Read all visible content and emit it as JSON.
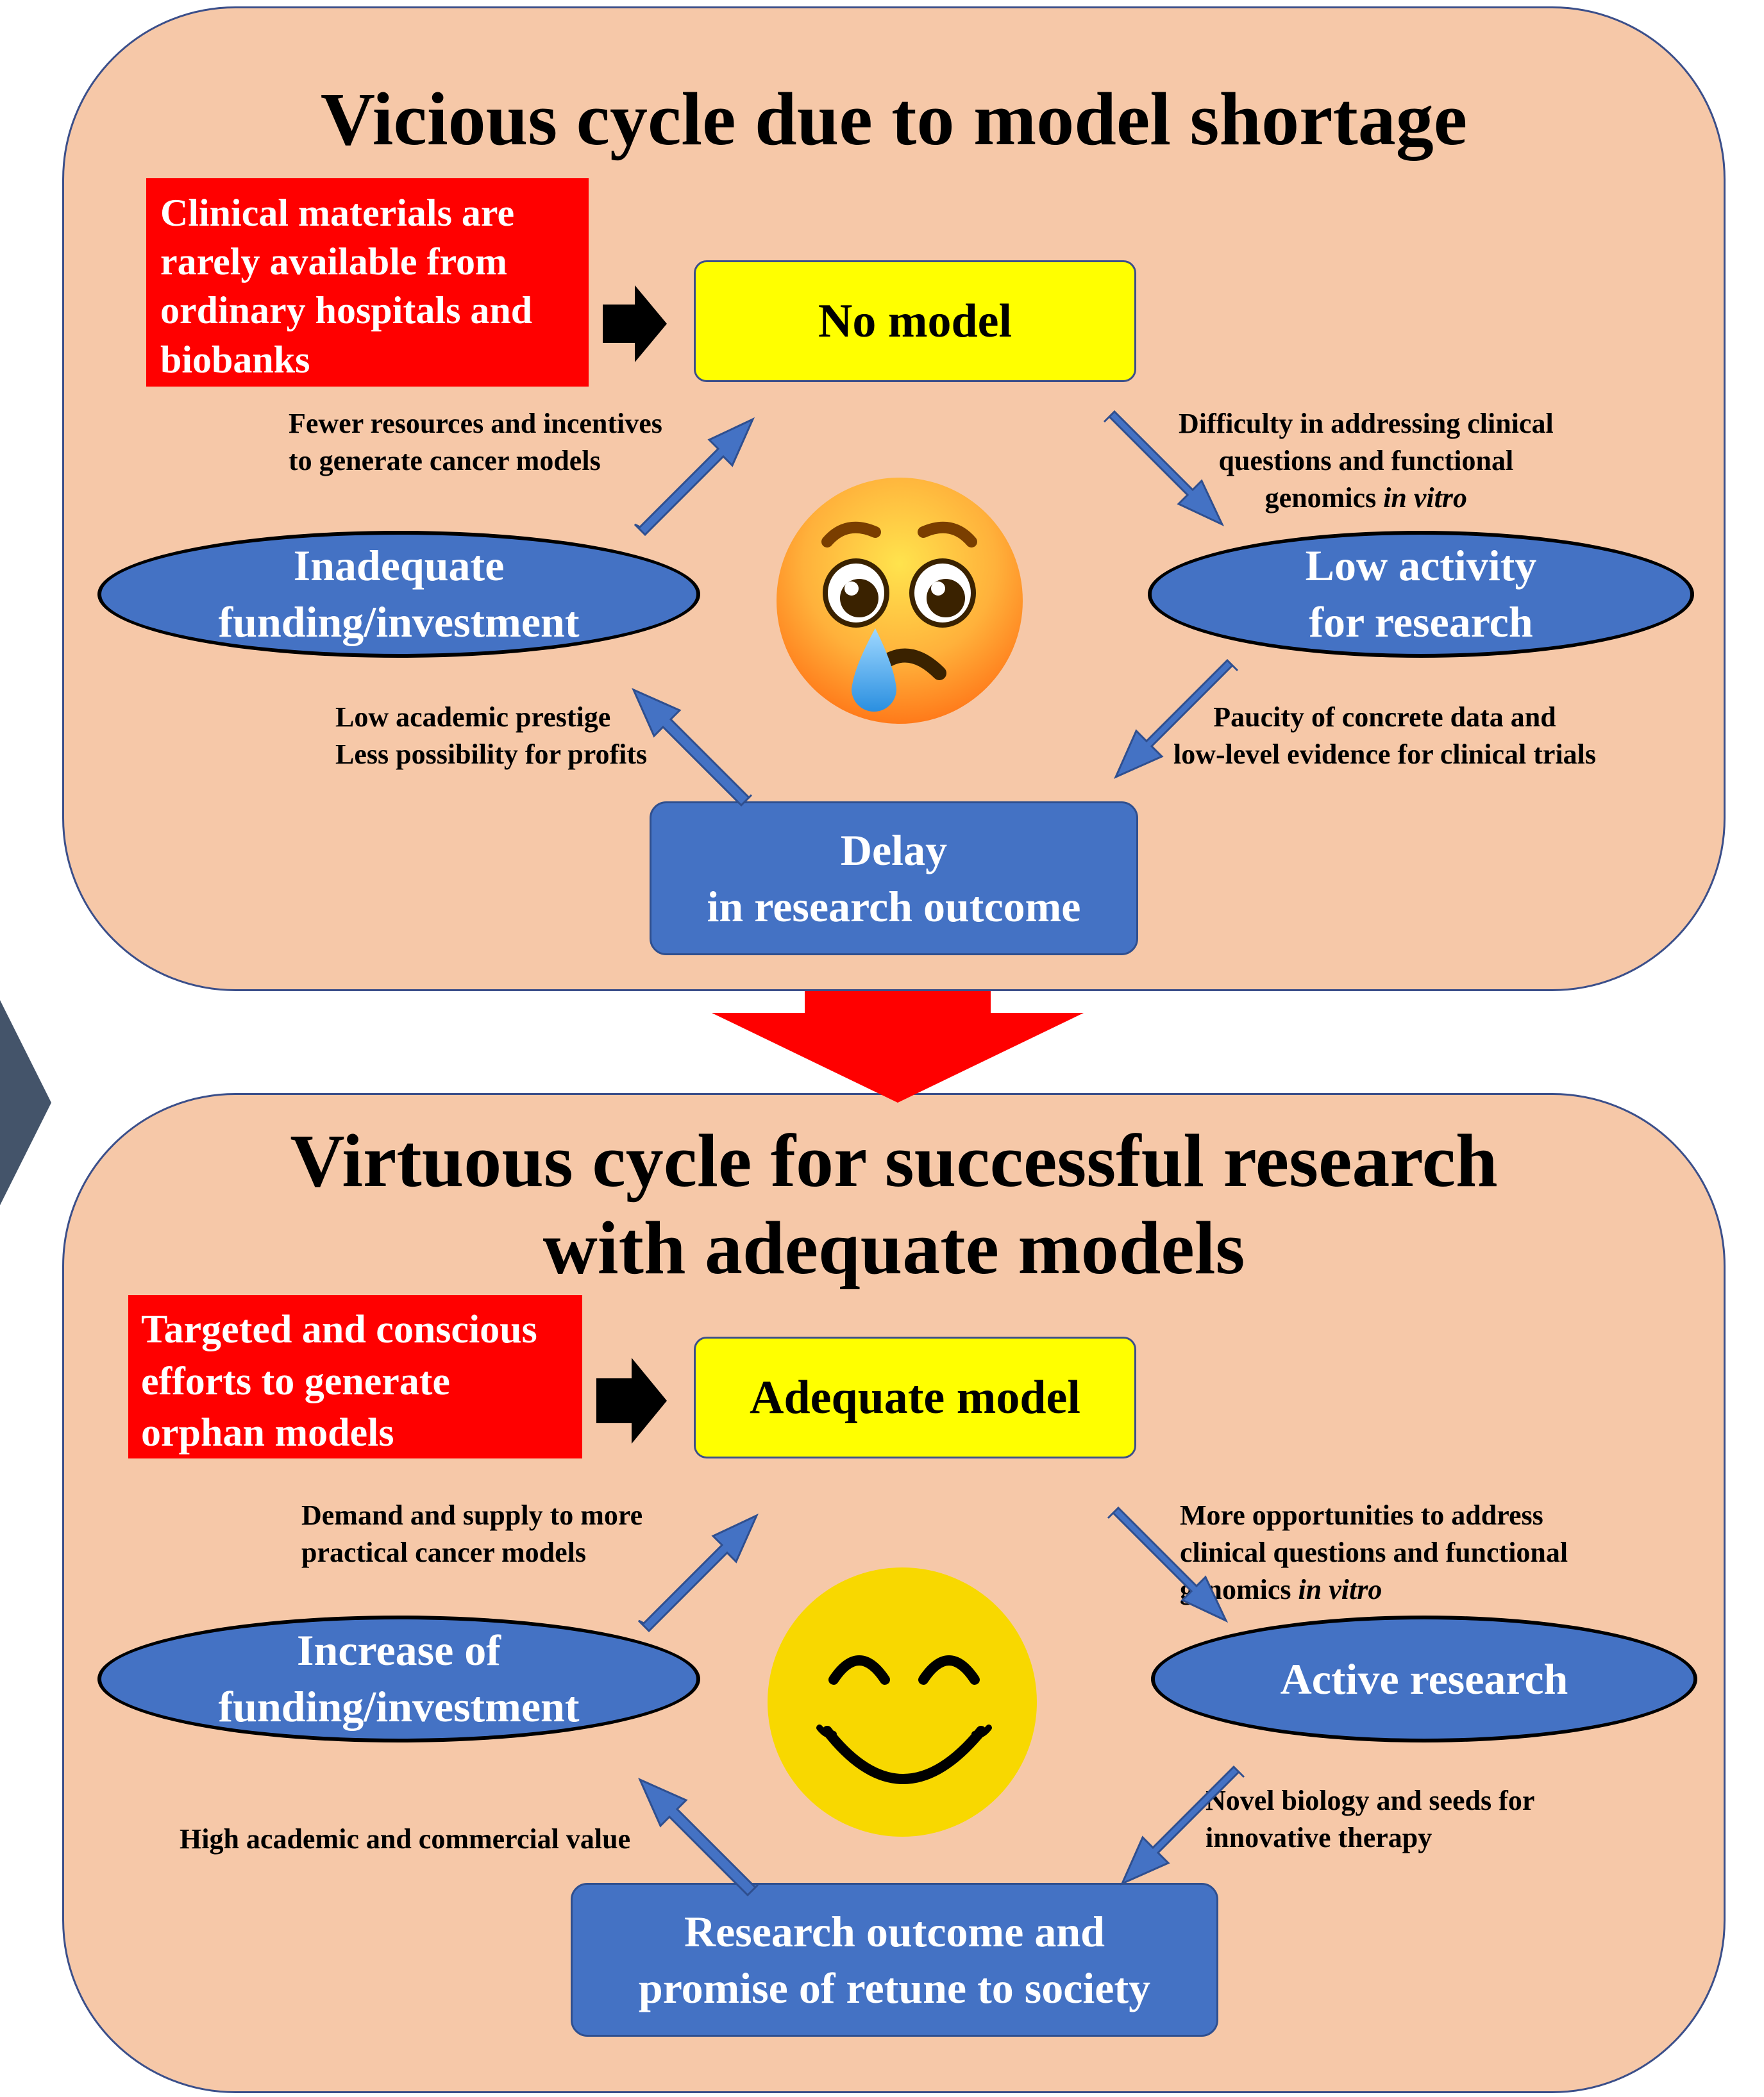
{
  "vicious": {
    "title": "Vicious cycle due to model shortage",
    "cause": "Clinical materials are rarely available from ordinary hospitals and biobanks",
    "top_node": "No model",
    "right_node": "Low activity\nfor research",
    "bottom_node": "Delay\nin research outcome",
    "left_node": "Inadequate\nfunding/investment",
    "note_top_left": "Fewer resources and incentives\nto generate cancer models",
    "note_top_right": "Difficulty in addressing clinical\nquestions and functional\ngenomics ",
    "note_top_right_italic": "in vitro",
    "note_bottom_right": "Paucity of concrete data and\nlow-level evidence for clinical trials",
    "note_bottom_left": "Low academic prestige\nLess possibility for profits"
  },
  "virtuous": {
    "title_line1": "Virtuous cycle for successful research",
    "title_line2": "with adequate models",
    "cause": "Targeted and conscious efforts to generate orphan models",
    "top_node": "Adequate model",
    "right_node": "Active research",
    "bottom_node": "Research outcome and\npromise of retune to society",
    "left_node": "Increase of\nfunding/investment",
    "note_top_left": "Demand and supply to more\npractical cancer models",
    "note_top_right": "More opportunities to address\n     clinical questions and functional\n          genomics ",
    "note_top_right_italic": "in vitro",
    "note_bottom_right": "Novel biology and seeds for\ninnovative therapy",
    "note_bottom_left": "High academic and commercial value"
  },
  "colors": {
    "panel": "#f6c8a8",
    "red": "#ff0000",
    "yellow": "#ffff00",
    "blue": "#4472c4",
    "transition_arrow": "#ff0000",
    "side_chevron": "#44546a"
  },
  "icons": {
    "sad_face": "crying-face-emoji",
    "happy_face": "smiling-face-emoji"
  }
}
